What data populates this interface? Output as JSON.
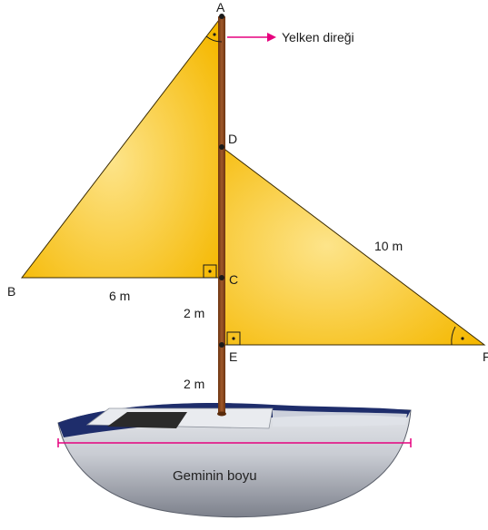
{
  "points": {
    "A": "A",
    "B": "B",
    "C": "C",
    "D": "D",
    "E": "E",
    "F": "F"
  },
  "measurements": {
    "BC": "6 m",
    "DF": "10 m",
    "CE": "2 m",
    "E_to_deck": "2 m"
  },
  "labels": {
    "mast": "Yelken direği",
    "boat_length": "Geminin boyu"
  },
  "colors": {
    "sail_fill": "#f8c318",
    "sail_highlight": "#fde48a",
    "mast": "#8b4513",
    "arrow": "#e6007e",
    "hull_dark": "#1e2d6b",
    "hull_gray": "#b8bcc4"
  },
  "icons": {
    "right_angle_markers": "right-angle-icon",
    "angle_arc_markers": "angle-arc-icon"
  }
}
